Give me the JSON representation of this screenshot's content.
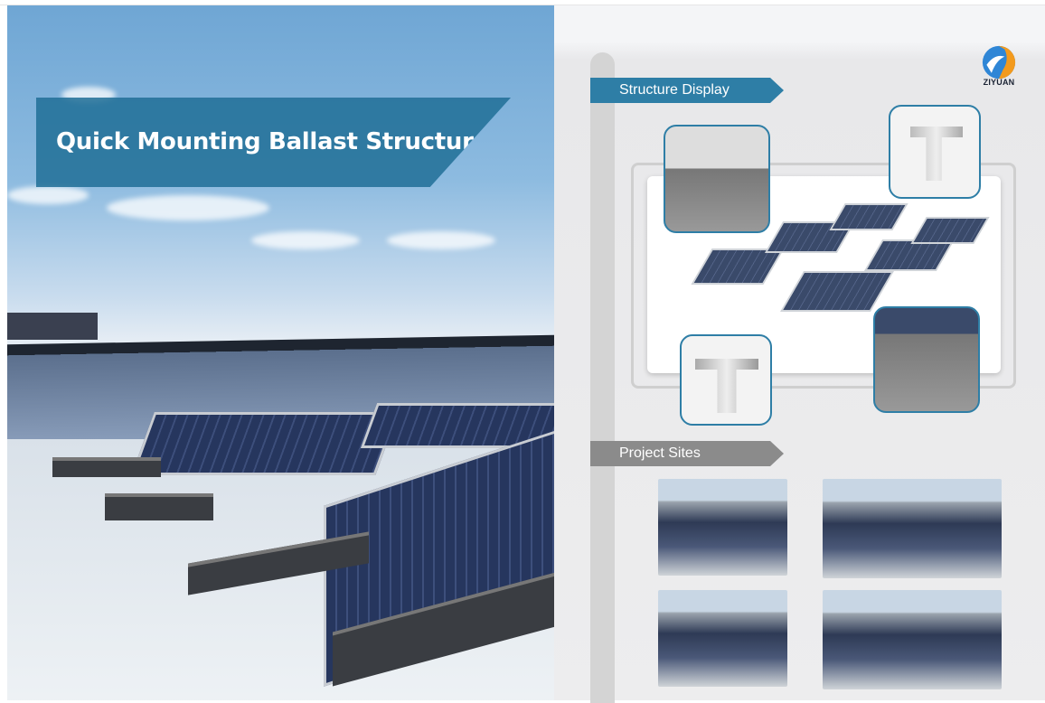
{
  "left_page": {
    "title": "Quick Mounting Ballast Structure"
  },
  "right_page": {
    "logo_text": "ZIYUAN",
    "sections": [
      {
        "label": "Structure Display"
      },
      {
        "label": "Project Sites"
      }
    ],
    "project_photos": 4,
    "colors": {
      "accent": "#2e7ea6",
      "secondary": "#8b8b8b"
    }
  }
}
